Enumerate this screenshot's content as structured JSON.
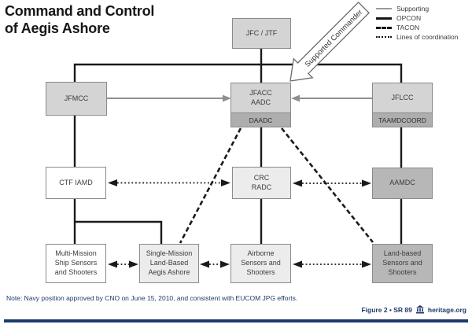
{
  "title": "Command and Control\nof Aegis Ashore",
  "legend": {
    "items": [
      {
        "label": "Supporting"
      },
      {
        "label": "OPCON"
      },
      {
        "label": "TACON"
      },
      {
        "label": "Lines of coordination"
      }
    ]
  },
  "annotation": {
    "supported_commander": "Supported Commander"
  },
  "boxes": {
    "jfc": {
      "label": "JFC / JTF"
    },
    "jfmcc": {
      "label": "JFMCC"
    },
    "jfacc": {
      "label": "JFACC\nAADC",
      "sub": "DAADC"
    },
    "jflcc": {
      "label": "JFLCC",
      "sub": "TAAMDCOORD"
    },
    "ctf": {
      "label": "CTF IAMD"
    },
    "crc": {
      "label": "CRC\nRADC"
    },
    "aamdc": {
      "label": "AAMDC"
    },
    "multi": {
      "label": "Multi-Mission\nShip Sensors\nand Shooters"
    },
    "single": {
      "label": "Single-Mission\nLand-Based\nAegis Ashore"
    },
    "airborne": {
      "label": "Airborne\nSensors and\nShooters"
    },
    "land": {
      "label": "Land-based\nSensors and\nShooters"
    }
  },
  "note": "Note: Navy position approved by CNO on June 15, 2010, and consistent with EUCOM JPG efforts.",
  "footer": {
    "figure": "Figure 2 • SR 89",
    "site": "heritage.org"
  },
  "colors": {
    "navy": "#1e3a6d",
    "ink": "#1a1a1a",
    "grayline": "#8f8f8f",
    "boxgray": "#d4d4d4",
    "subgray": "#aeaeae",
    "midgray": "#b7b7b7",
    "litegray": "#ececec"
  }
}
